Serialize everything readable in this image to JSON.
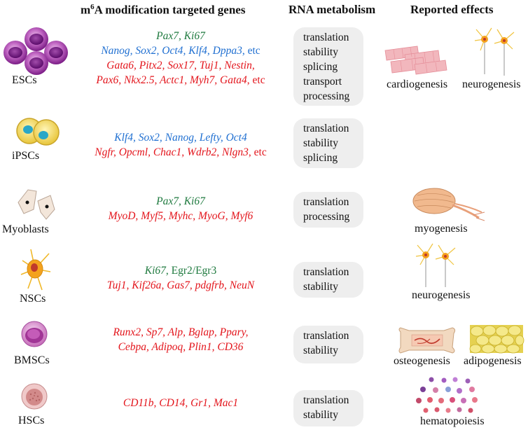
{
  "headers": {
    "m6a_prefix": "m",
    "m6a_sup": "6",
    "m6a_rest": "A modification targeted genes",
    "rna": "RNA metabolism",
    "effects": "Reported effects"
  },
  "rows": [
    {
      "cell": "ESCs",
      "genes": [
        [
          [
            "Pax7",
            "g"
          ],
          [
            ", ",
            "g"
          ],
          [
            "Ki67",
            "g"
          ]
        ],
        [
          [
            "Nanog",
            "b"
          ],
          [
            ", ",
            "b"
          ],
          [
            "Sox2",
            "b"
          ],
          [
            ", ",
            "b"
          ],
          [
            "Oct4",
            "b"
          ],
          [
            ", ",
            "b"
          ],
          [
            "Klf4",
            "b"
          ],
          [
            ", ",
            "b"
          ],
          [
            "Dppa3",
            "b"
          ],
          [
            ",  etc",
            "bk"
          ]
        ],
        [
          [
            "Gata6",
            "r"
          ],
          [
            ", ",
            "r"
          ],
          [
            "Pitx2",
            "r"
          ],
          [
            ", ",
            "r"
          ],
          [
            "Sox17",
            "r"
          ],
          [
            ", ",
            "r"
          ],
          [
            "Tuj1",
            "r"
          ],
          [
            ", ",
            "r"
          ],
          [
            "Nestin",
            "r"
          ],
          [
            ",",
            "r"
          ]
        ],
        [
          [
            "Pax6",
            "r"
          ],
          [
            ", ",
            "r"
          ],
          [
            "Nkx2.5",
            "r"
          ],
          [
            ", ",
            "r"
          ],
          [
            "Actc1",
            "r"
          ],
          [
            ", ",
            "r"
          ],
          [
            "Myh7",
            "r"
          ],
          [
            ", ",
            "r"
          ],
          [
            "Gata4",
            "r"
          ],
          [
            ", etc",
            "rk"
          ]
        ]
      ],
      "rna": [
        "translation",
        "stability",
        "splicing",
        "transport",
        "processing"
      ],
      "effects": [
        "cardiogenesis",
        "neurogenesis"
      ]
    },
    {
      "cell": "iPSCs",
      "genes": [
        [
          [
            "Klf4",
            "b"
          ],
          [
            ", ",
            "b"
          ],
          [
            "Sox2",
            "b"
          ],
          [
            ", ",
            "b"
          ],
          [
            "Nanog",
            "b"
          ],
          [
            ", ",
            "b"
          ],
          [
            "Lefty",
            "b"
          ],
          [
            ", ",
            "b"
          ],
          [
            "Oct4",
            "b"
          ]
        ],
        [
          [
            "Ngfr",
            "r"
          ],
          [
            ", ",
            "r"
          ],
          [
            "Opcml",
            "r"
          ],
          [
            ", ",
            "r"
          ],
          [
            "Chac1",
            "r"
          ],
          [
            ", ",
            "r"
          ],
          [
            "Wdrb2",
            "r"
          ],
          [
            ", ",
            "r"
          ],
          [
            "Nlgn3",
            "r"
          ],
          [
            ", etc",
            "rk"
          ]
        ]
      ],
      "rna": [
        "translation",
        "stability",
        "splicing"
      ],
      "effects": []
    },
    {
      "cell": "Myoblasts",
      "genes": [
        [
          [
            "Pax7",
            "g"
          ],
          [
            ", ",
            "g"
          ],
          [
            "Ki67",
            "g"
          ]
        ],
        [
          [
            "MyoD",
            "r"
          ],
          [
            ", ",
            "r"
          ],
          [
            "Myf5",
            "r"
          ],
          [
            ", ",
            "r"
          ],
          [
            "Myhc",
            "r"
          ],
          [
            ", ",
            "r"
          ],
          [
            "MyoG",
            "r"
          ],
          [
            ", ",
            "r"
          ],
          [
            "Myf6",
            "r"
          ]
        ]
      ],
      "rna": [
        "translation",
        "processing"
      ],
      "effects": [
        "myogenesis"
      ]
    },
    {
      "cell": "NSCs",
      "genes": [
        [
          [
            "Ki67",
            "g"
          ],
          [
            ", ",
            "gk"
          ],
          [
            "Egr2/Egr3",
            "gk"
          ]
        ],
        [
          [
            "Tuj1",
            "r"
          ],
          [
            ", ",
            "r"
          ],
          [
            "Kif26a",
            "r"
          ],
          [
            ", ",
            "r"
          ],
          [
            "Gas7",
            "r"
          ],
          [
            ", ",
            "r"
          ],
          [
            "pdgfrb",
            "r"
          ],
          [
            ", ",
            "r"
          ],
          [
            "NeuN",
            "r"
          ]
        ]
      ],
      "rna": [
        "translation",
        "stability"
      ],
      "effects": [
        "neurogenesis"
      ]
    },
    {
      "cell": "BMSCs",
      "genes": [
        [
          [
            "Runx2",
            "r"
          ],
          [
            ", ",
            "r"
          ],
          [
            "Sp7",
            "r"
          ],
          [
            ", ",
            "r"
          ],
          [
            "Alp",
            "r"
          ],
          [
            ", ",
            "r"
          ],
          [
            "Bglap",
            "r"
          ],
          [
            ", ",
            "r"
          ],
          [
            "Ppary",
            "r"
          ],
          [
            ",",
            "r"
          ]
        ],
        [
          [
            "Cebpa",
            "r"
          ],
          [
            ", ",
            "r"
          ],
          [
            "Adipoq",
            "r"
          ],
          [
            ", ",
            "r"
          ],
          [
            "Plin1",
            "r"
          ],
          [
            ", ",
            "r"
          ],
          [
            "CD36",
            "r"
          ]
        ]
      ],
      "rna": [
        "translation",
        "stability"
      ],
      "effects": [
        "osteogenesis",
        "adipogenesis"
      ]
    },
    {
      "cell": "HSCs",
      "genes": [
        [
          [
            "CD11b",
            "r"
          ],
          [
            ", ",
            "r"
          ],
          [
            "CD14",
            "r"
          ],
          [
            ", ",
            "r"
          ],
          [
            "Gr1",
            "r"
          ],
          [
            ", ",
            "r"
          ],
          [
            "Mac1",
            "r"
          ]
        ]
      ],
      "rna": [
        "translation",
        "stability"
      ],
      "effects": [
        "hematopoiesis"
      ]
    }
  ],
  "colors": {
    "green": "#1f7a3f",
    "blue": "#1f6fd1",
    "red": "#e3141b",
    "box": "#eeeeee"
  },
  "icons": [
    "esc-cluster-icon",
    "ipsc-cells-icon",
    "myoblast-cells-icon",
    "nsc-cell-icon",
    "bmsc-cell-icon",
    "hsc-cell-icon",
    "cardiomyocyte-icon",
    "neuron-icon",
    "muscle-fiber-icon",
    "bone-icon",
    "adipose-tissue-icon",
    "blood-cells-icon"
  ]
}
